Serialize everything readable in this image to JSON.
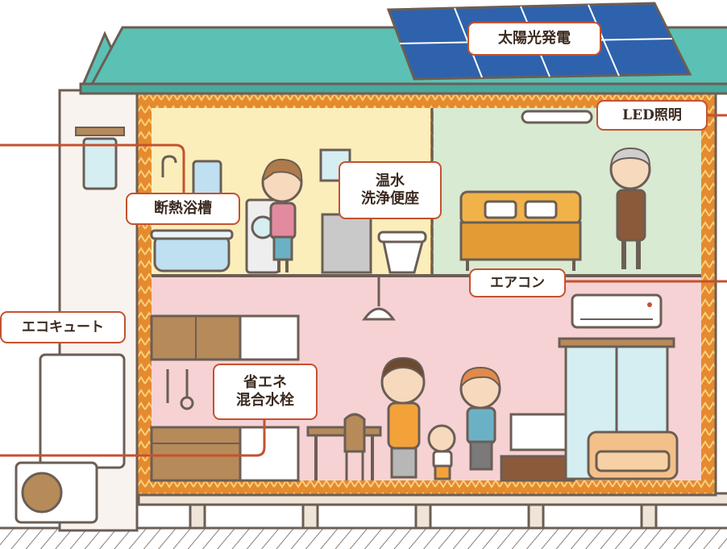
{
  "labels": {
    "solar": "太陽光発電",
    "led": "LED照明",
    "bath": "断熱浴槽",
    "toilet_line1": "温水",
    "toilet_line2": "洗浄便座",
    "aircon": "エアコン",
    "ecocute": "エコキュート",
    "faucet_line1": "省エネ",
    "faucet_line2": "混合水栓"
  },
  "colors": {
    "roof": "#5bc1b4",
    "wall_frame": "#e58a2e",
    "bathroom": "#fbeebb",
    "bedroom": "#d8ead1",
    "living": "#f6d2d4",
    "callout_line": "#c4522f",
    "solar_panel": "#2f62ad"
  }
}
